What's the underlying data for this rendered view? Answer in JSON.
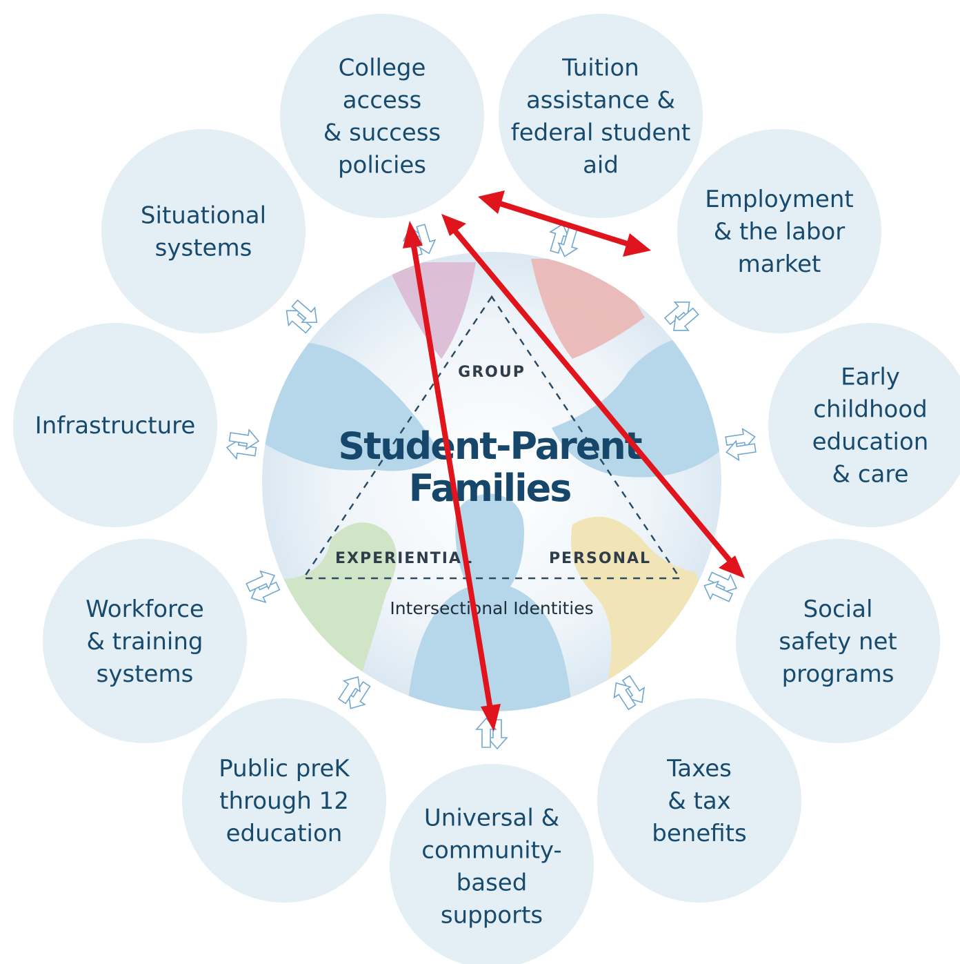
{
  "center": {
    "title_line1": "Student-Parent",
    "title_line2": "Families",
    "corner_top": "GROUP",
    "corner_left": "EXPERIENTIAL",
    "corner_right": "PERSONAL",
    "base_label": "Intersectional Identities"
  },
  "systems": [
    {
      "id": "college-access",
      "lines": [
        "College",
        "access",
        "& success",
        "policies"
      ]
    },
    {
      "id": "tuition-assistance",
      "lines": [
        "Tuition",
        "assistance &",
        "federal student",
        "aid"
      ]
    },
    {
      "id": "employment",
      "lines": [
        "Employment",
        "& the labor",
        "market"
      ]
    },
    {
      "id": "early-childhood",
      "lines": [
        "Early",
        "childhood",
        "education",
        "& care"
      ]
    },
    {
      "id": "social-safety-net",
      "lines": [
        "Social",
        "safety net",
        "programs"
      ]
    },
    {
      "id": "taxes",
      "lines": [
        "Taxes",
        "& tax",
        "benefits"
      ]
    },
    {
      "id": "universal-community",
      "lines": [
        "Universal &",
        "community-",
        "based",
        "supports"
      ]
    },
    {
      "id": "public-prek",
      "lines": [
        "Public preK",
        "through 12",
        "education"
      ]
    },
    {
      "id": "workforce",
      "lines": [
        "Workforce",
        "& training",
        "systems"
      ]
    },
    {
      "id": "infrastructure",
      "lines": [
        "Infrastructure"
      ]
    },
    {
      "id": "situational",
      "lines": [
        "Situational",
        "systems"
      ]
    }
  ],
  "colors": {
    "circle_fill": "#e4eef5",
    "label_text": "#174a6d",
    "red_arrow": "#e0141c",
    "small_arrow_outline": "#6fa7cf"
  }
}
